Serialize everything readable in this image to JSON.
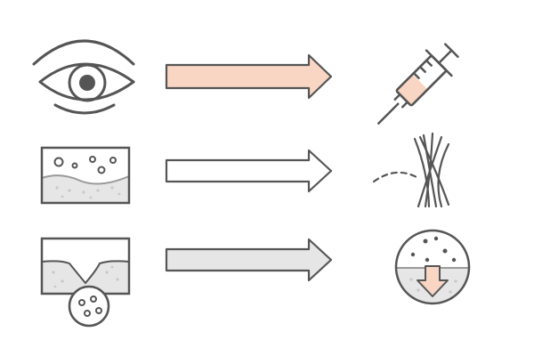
{
  "colors": {
    "stroke": "#555555",
    "light_stroke": "#9a9a9a",
    "peach": "#f9d5c4",
    "gray_fill": "#e6e6e6",
    "white": "#ffffff"
  },
  "rows": [
    {
      "left_icon": "eye-icon",
      "arrow_style": "peach-filled",
      "right_icon": "syringe-icon"
    },
    {
      "left_icon": "skin-texture-icon",
      "arrow_style": "white",
      "right_icon": "fiber-strands-icon"
    },
    {
      "left_icon": "skin-pore-icon",
      "arrow_style": "gray-filled",
      "right_icon": "extraction-circle-icon"
    }
  ]
}
